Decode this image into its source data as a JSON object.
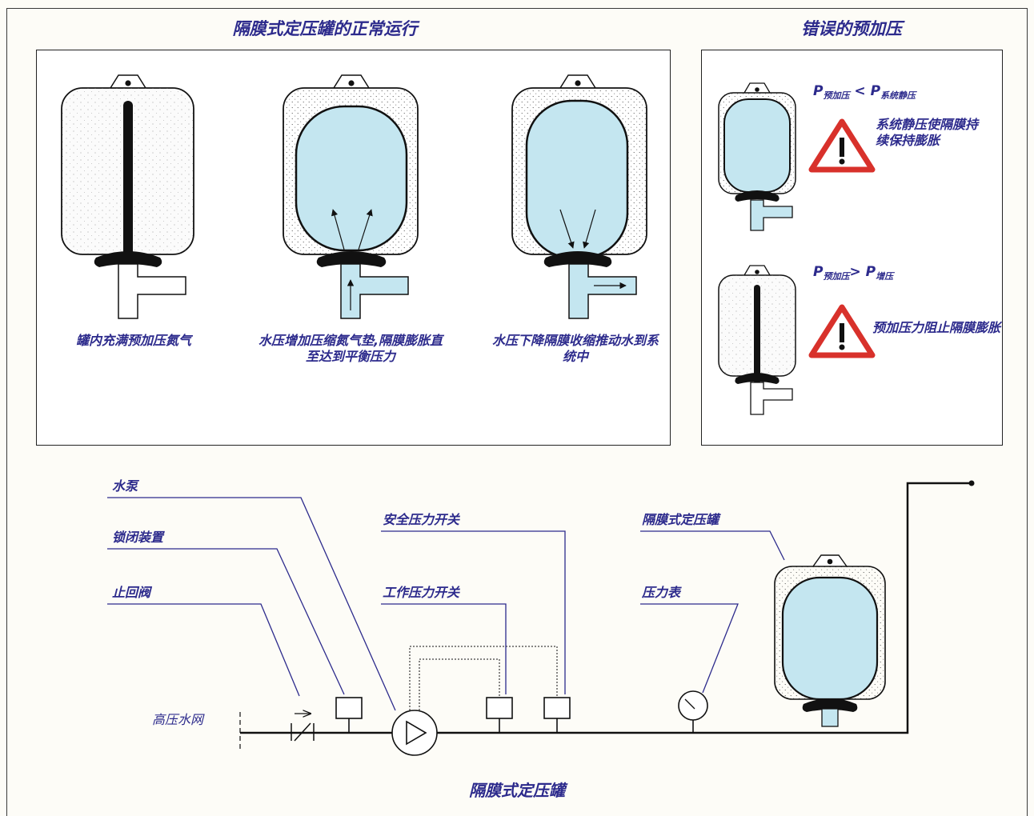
{
  "headings": {
    "normal_operation": "隔膜式定压罐的正常运行",
    "wrong_precharge": "错误的预加压"
  },
  "tanks": [
    {
      "caption": "罐内充满预加压氮气"
    },
    {
      "caption": "水压增加压缩氮气垫,隔膜膨胀直至达到平衡压力"
    },
    {
      "caption": "水压下降隔膜收缩推动水到系统中"
    }
  ],
  "errors": [
    {
      "p1": "P",
      "sub1": "预加压",
      "op": "<",
      "p2": "P",
      "sub2": "系统静压",
      "note": "系统静压使隔膜持续保持膨胀"
    },
    {
      "p1": "P",
      "sub1": "预加压",
      "op": ">",
      "p2": "P",
      "sub2": "增压",
      "note": "预加压力阻止隔膜膨胀"
    }
  ],
  "schematic": {
    "pump": "水泵",
    "locking_device": "锁闭装置",
    "check_valve": "止回阀",
    "high_pressure_network": "高压水网",
    "safety_pressure_switch": "安全压力开关",
    "working_pressure_switch": "工作压力开关",
    "diaphragm_tank": "隔膜式定压罐",
    "pressure_gauge": "压力表",
    "title": "隔膜式定压罐"
  },
  "colors": {
    "text": "#2c2a8c",
    "water": "#c4e6f0",
    "warning": "#d8312b",
    "leader": "#2c2a8c"
  },
  "icons": [
    "warning-triangle-icon",
    "pump-icon",
    "check-valve-icon",
    "pressure-gauge-icon",
    "pressure-switch-icon"
  ]
}
